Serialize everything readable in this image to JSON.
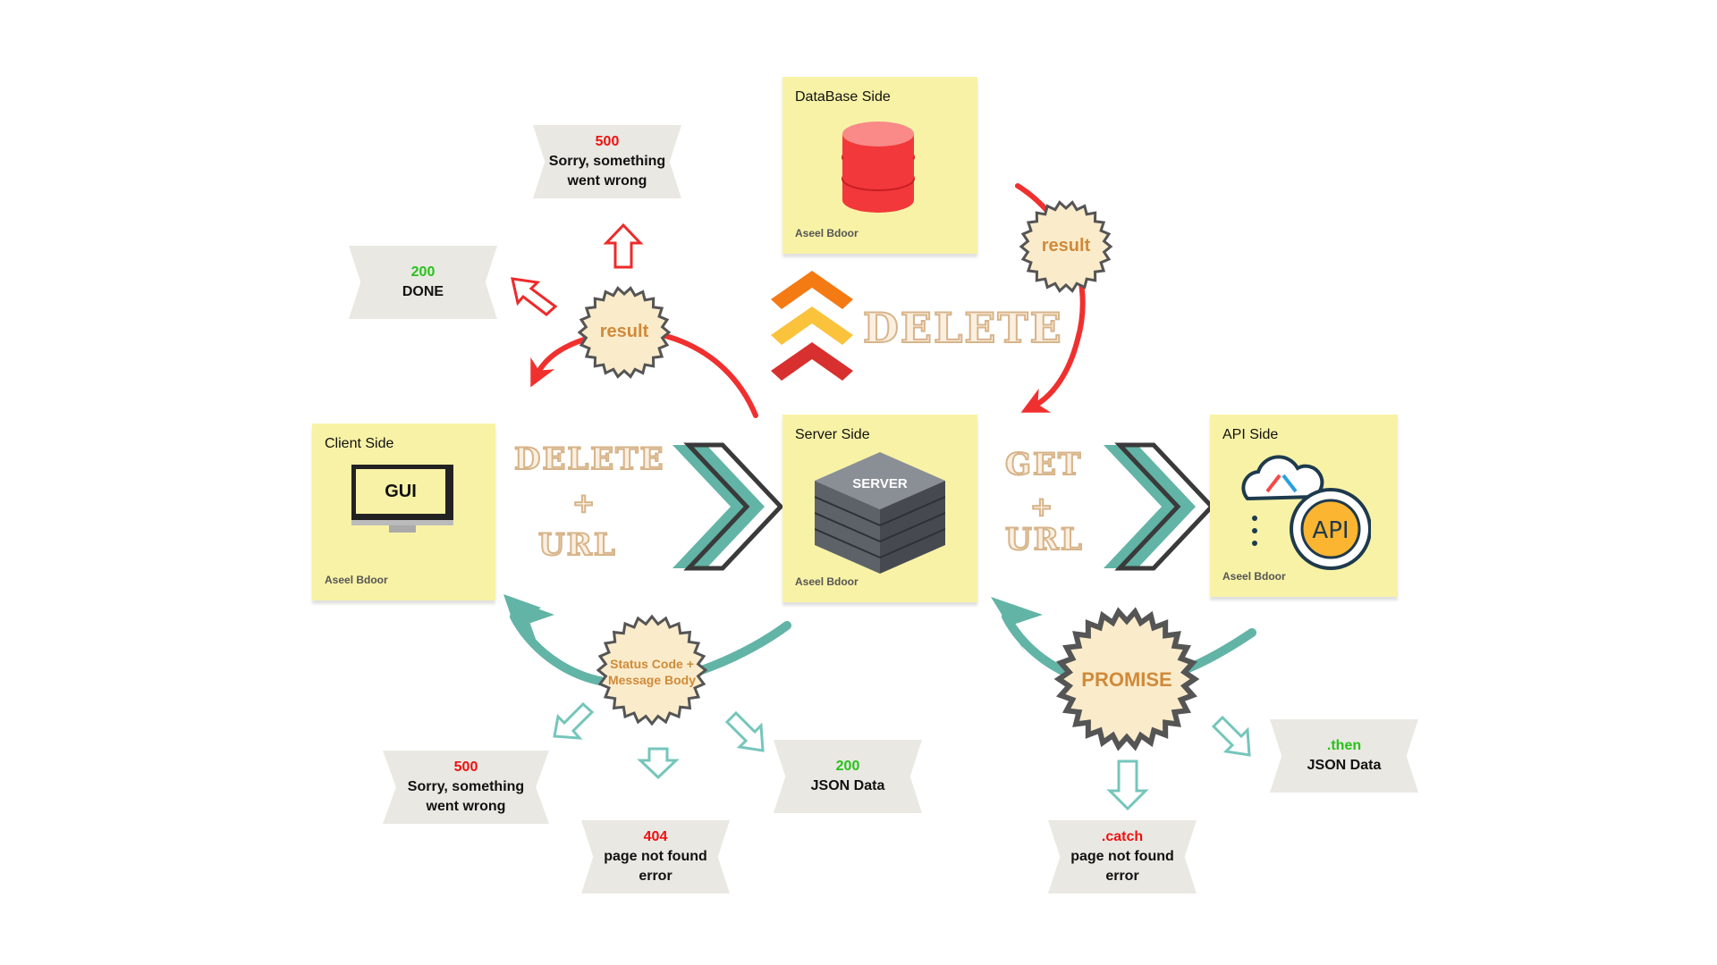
{
  "notes": {
    "database": {
      "title": "DataBase Side",
      "author": "Aseel Bdoor"
    },
    "client": {
      "title": "Client Side",
      "author": "Aseel Bdoor",
      "screen_label": "GUI"
    },
    "server": {
      "title": "Server Side",
      "author": "Aseel Bdoor",
      "rack_label": "SERVER"
    },
    "api": {
      "title": "API Side",
      "author": "Aseel Bdoor",
      "icon_label": "API"
    }
  },
  "badges": {
    "result_left": "result",
    "result_right": "result",
    "status": "Status Code + Message Body",
    "promise": "PROMISE"
  },
  "requests": {
    "client_to_server": {
      "method": "DELETE",
      "plus": "+",
      "url": "URL"
    },
    "server_to_api": {
      "method": "GET",
      "plus": "+",
      "url": "URL"
    },
    "server_to_db": {
      "method": "DELETE"
    }
  },
  "banners": {
    "top_error": {
      "code": "500",
      "text": "Sorry, something went wrong"
    },
    "top_ok": {
      "code": "200",
      "text": "DONE"
    },
    "bottom_error": {
      "code": "500",
      "text": "Sorry, something went wrong"
    },
    "bottom_notfound": {
      "code": "404",
      "text": "page not found error"
    },
    "bottom_ok": {
      "code": "200",
      "text": "JSON Data"
    },
    "promise_catch": {
      "code": ".catch",
      "text": "page not found error"
    },
    "promise_then": {
      "code": ".then",
      "text": "JSON Data"
    }
  },
  "colors": {
    "note": "#f8f2a6",
    "red_arrow": "#f0302f",
    "teal_arrow": "#62b4a6",
    "banner": "#e9e8e2",
    "error_code": "#ee1111",
    "ok_code": "#27c21a",
    "badge_fill": "#faeccb",
    "badge_stroke": "#555555"
  },
  "icons": [
    "database-icon",
    "monitor-icon",
    "server-rack-icon",
    "api-gear-icon",
    "chevron-up-stack-icon",
    "double-chevron-right-icon",
    "hollow-arrow-icon"
  ]
}
